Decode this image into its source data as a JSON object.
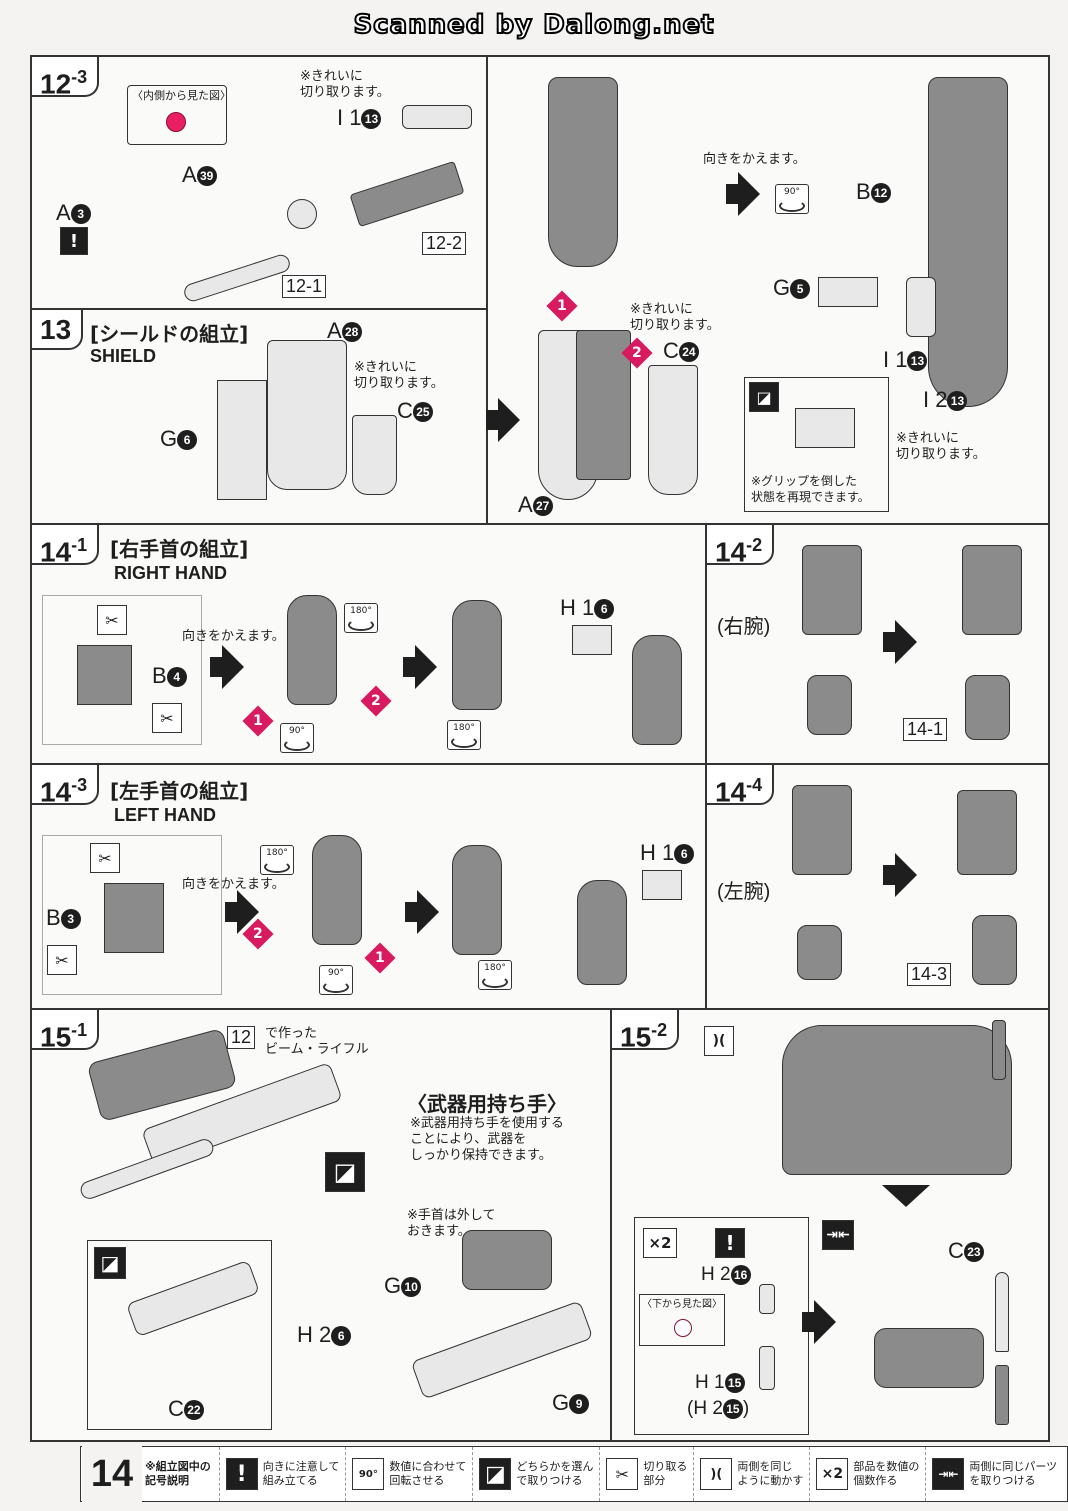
{
  "header": "Scanned by Dalong.net",
  "page_number": "14",
  "step12_3": {
    "tag_main": "12",
    "tag_sub": "3",
    "inside_view": "〈内側から見た図〉",
    "cut_note": "※きれいに\n切り取ります。",
    "part_I1": "I 1",
    "part_I1_num": "13",
    "part_A3": "A",
    "part_A3_num": "3",
    "part_A39": "A",
    "part_A39_num": "39",
    "ref_12_2": "12-2",
    "ref_12_1": "12-1",
    "redirect_note": "向きをかえます。",
    "part_B12": "B",
    "part_B12_num": "12",
    "part_G5": "G",
    "part_G5_num": "5",
    "part_I1b": "I 1",
    "part_I1b_num": "13",
    "part_I2": "I 2",
    "part_I2_num": "13",
    "cut_note2": "※きれいに\n切り取ります。",
    "grip_note": "※グリップを倒した\n状態を再現できます。",
    "rot90": "90°"
  },
  "step13": {
    "tag_main": "13",
    "title_jp": "[シールドの組立]",
    "title_en": "SHIELD",
    "part_A28": "A",
    "part_A28_num": "28",
    "part_C25": "C",
    "part_C25_num": "25",
    "part_G6": "G",
    "part_G6_num": "6",
    "cut_note": "※きれいに\n切り取ります。",
    "cut_note2": "※きれいに\n切り取ります。",
    "part_C24": "C",
    "part_C24_num": "24",
    "part_A27": "A",
    "part_A27_num": "27",
    "badge1": "1",
    "badge2": "2"
  },
  "step14_1": {
    "tag_main": "14",
    "tag_sub": "1",
    "title_jp": "[右手首の組立]",
    "title_en": "RIGHT HAND",
    "part_B4": "B",
    "part_B4_num": "4",
    "redirect_note": "向きをかえます。",
    "part_H1": "H 1",
    "part_H1_num": "6",
    "rot180": "180°",
    "rot90": "90°",
    "badge1": "1",
    "badge2": "2"
  },
  "step14_2": {
    "tag_main": "14",
    "tag_sub": "2",
    "label": "(右腕)",
    "ref": "14-1"
  },
  "step14_3": {
    "tag_main": "14",
    "tag_sub": "3",
    "title_jp": "[左手首の組立]",
    "title_en": "LEFT HAND",
    "part_B3": "B",
    "part_B3_num": "3",
    "redirect_note": "向きをかえます。",
    "part_H1": "H 1",
    "part_H1_num": "6",
    "rot180": "180°",
    "rot90": "90°",
    "badge1": "1",
    "badge2": "2"
  },
  "step14_4": {
    "tag_main": "14",
    "tag_sub": "4",
    "label": "(左腕)",
    "ref": "14-3"
  },
  "step15_1": {
    "tag_main": "15",
    "tag_sub": "1",
    "ref_12": "12",
    "made_in": "で作った\nビーム・ライフル",
    "weapon_hand_title": "〈武器用持ち手〉",
    "weapon_hand_note": "※武器用持ち手を使用する\nことにより、武器を\nしっかり保持できます。",
    "wrist_note": "※手首は外して\nおきます。",
    "part_G10": "G",
    "part_G10_num": "10",
    "part_H2": "H 2",
    "part_H2_num": "6",
    "part_C22": "C",
    "part_C22_num": "22",
    "part_G9": "G",
    "part_G9_num": "9"
  },
  "step15_2": {
    "tag_main": "15",
    "tag_sub": "2",
    "x2": "×2",
    "part_H2": "H 2",
    "part_H2_num": "16",
    "bottom_view": "〈下から見た図〉",
    "part_H1": "H 1",
    "part_H1_num": "15",
    "part_H2b": "(H 2",
    "part_H2b_num": "15",
    "part_H2b_close": ")",
    "part_C23": "C",
    "part_C23_num": "23"
  },
  "legend": {
    "head": "※組立図中の\n記号説明",
    "items": [
      {
        "icon": "!",
        "text": "向きに注意して\n組み立てる"
      },
      {
        "icon": "90°",
        "text": "数値に合わせて\n回転させる"
      },
      {
        "icon": "◪",
        "text": "どちらかを選ん\nで取りつける"
      },
      {
        "icon": "✂",
        "text": "切り取る\n部分"
      },
      {
        "icon": ")(",
        "text": "両側を同じ\nように動かす"
      },
      {
        "icon": "×2",
        "text": "部品を数値の\n個数作る"
      },
      {
        "icon": "⇥⇤",
        "text": "両側に同じパーツ\nを取りつける"
      }
    ]
  }
}
